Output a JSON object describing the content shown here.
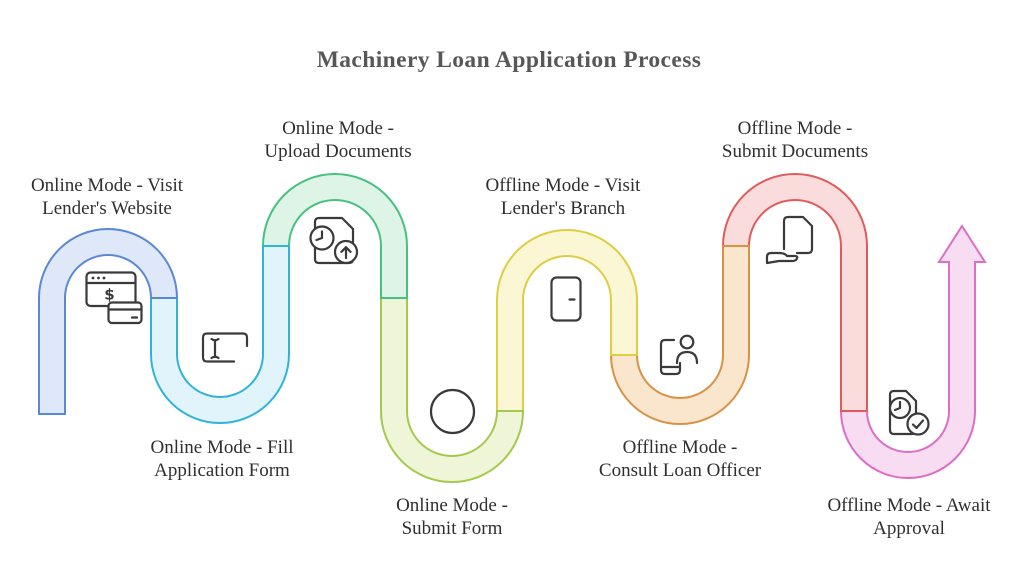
{
  "title": {
    "text": "Machinery Loan Application Process",
    "color": "#575757"
  },
  "label_color": "#2f2f2f",
  "icon_style": {
    "stroke": "#3a3a3a"
  },
  "steps": [
    {
      "order": 1,
      "label_line1": "Online Mode - Visit",
      "label_line2": "Lender's Website",
      "icon": "website-payment-icon",
      "icon_text": "$",
      "tube_fill": "#dfe8f8",
      "tube_stroke": "#5b87d7"
    },
    {
      "order": 2,
      "label_line1": "Online Mode - Fill",
      "label_line2": "Application Form",
      "icon": "form-input-icon",
      "tube_fill": "#e1f4fb",
      "tube_stroke": "#2fb3da"
    },
    {
      "order": 3,
      "label_line1": "Online Mode -",
      "label_line2": "Upload Documents",
      "icon": "upload-document-icon",
      "tube_fill": "#def4e6",
      "tube_stroke": "#47c182"
    },
    {
      "order": 4,
      "label_line1": "Online Mode -",
      "label_line2": "Submit Form",
      "icon": "submit-circle-icon",
      "tube_fill": "#eff6d7",
      "tube_stroke": "#a5c84e"
    },
    {
      "order": 5,
      "label_line1": "Offline Mode - Visit",
      "label_line2": "Lender's Branch",
      "icon": "door-icon",
      "tube_fill": "#fbf6d3",
      "tube_stroke": "#ddce44"
    },
    {
      "order": 6,
      "label_line1": "Offline Mode -",
      "label_line2": "Consult Loan Officer",
      "icon": "consult-officer-icon",
      "tube_fill": "#fae5cd",
      "tube_stroke": "#d99244"
    },
    {
      "order": 7,
      "label_line1": "Offline Mode -",
      "label_line2": "Submit Documents",
      "icon": "submit-documents-icon",
      "tube_fill": "#fadcdc",
      "tube_stroke": "#e05b5b"
    },
    {
      "order": 8,
      "label_line1": "Offline Mode - Await",
      "label_line2": "Approval",
      "icon": "approval-document-icon",
      "tube_fill": "#f8ddf2",
      "tube_stroke": "#dd6ec4"
    }
  ]
}
